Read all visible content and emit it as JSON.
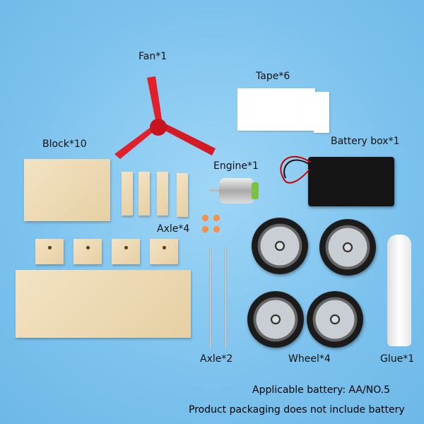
{
  "labels": {
    "fan": "Fan*1",
    "tape": "Tape*6",
    "block": "Block*10",
    "battery_box": "Battery box*1",
    "engine": "Engine*1",
    "axle_nuts": "Axle*4",
    "axle_rods": "Axle*2",
    "wheel": "Wheel*4",
    "glue": "Glue*1"
  },
  "notes": {
    "battery": "Applicable battery: AA/NO.5",
    "packaging": "Product packaging does not include battery"
  },
  "colors": {
    "background": "#7cc2ee",
    "fan": "#e0202a",
    "nut": "#f58a3a"
  }
}
